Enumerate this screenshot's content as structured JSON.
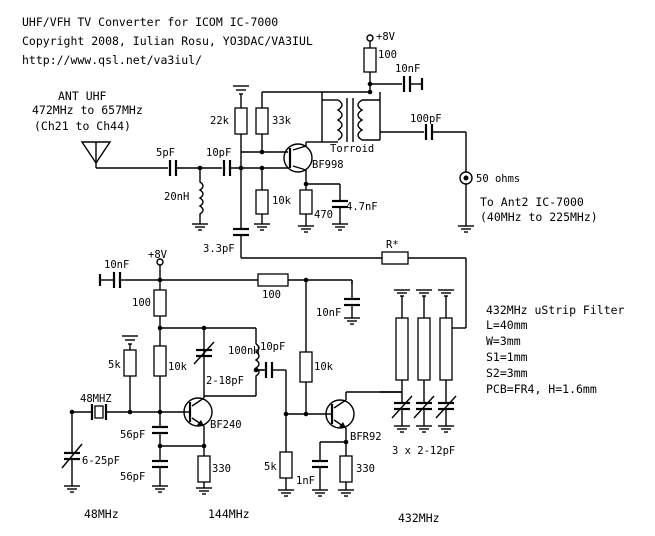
{
  "header": {
    "title": "UHF/VFH TV Converter for ICOM IC-7000",
    "copyright": "Copyright 2008, Iulian Rosu, YO3DAC/VA3IUL",
    "url": "http://www.qsl.net/va3iul/"
  },
  "antenna": {
    "title": "ANT UHF",
    "range": "472MHz to 657MHz",
    "channels": "(Ch21 to Ch44)"
  },
  "output": {
    "impedance": "50 ohms",
    "target": "To Ant2 IC-7000",
    "range": "(40MHz to 225MHz)"
  },
  "filter": {
    "title": "432MHz uStrip Filter",
    "params": [
      "L=40mm",
      "W=3mm",
      "S1=1mm",
      "S2=3mm",
      "PCB=FR4, H=1.6mm"
    ]
  },
  "supply": {
    "top": "+8V",
    "bottom": "+8V"
  },
  "components": {
    "r100_top": "100",
    "c10nF_top": "10nF",
    "r22k": "22k",
    "r33k": "33k",
    "torroid": "Torroid",
    "c100pF_out": "100pF",
    "c5pF": "5pF",
    "c10pF_gate": "10pF",
    "q_bf998": "BF998",
    "l20nH": "20nH",
    "r10k_src": "10k",
    "r470": "470",
    "c4n7": "4.7nF",
    "c3p3": "3.3pF",
    "r_star": "R*",
    "c10nF_left": "10nF",
    "r100_hz": "100",
    "c10nF_mid": "10nF",
    "r100_vt": "100",
    "r5k": "5k",
    "r10k_base": "10k",
    "l100nH": "100nH",
    "c2_18pF": "2-18pF",
    "c10pF_mid": "10pF",
    "r10k_b2": "10k",
    "xtal": "48MHZ",
    "c6_25pF": "6-25pF",
    "c56pF_a": "56pF",
    "c56pF_b": "56pF",
    "q_bf240": "BF240",
    "r330_a": "330",
    "r5k_b": "5k",
    "c1nF": "1nF",
    "q_bfr92": "BFR92",
    "r330_b": "330",
    "trimmers": "3 x 2-12pF"
  },
  "footer": {
    "f1": "48MHz",
    "f2": "144MHz",
    "f3": "432MHz"
  }
}
